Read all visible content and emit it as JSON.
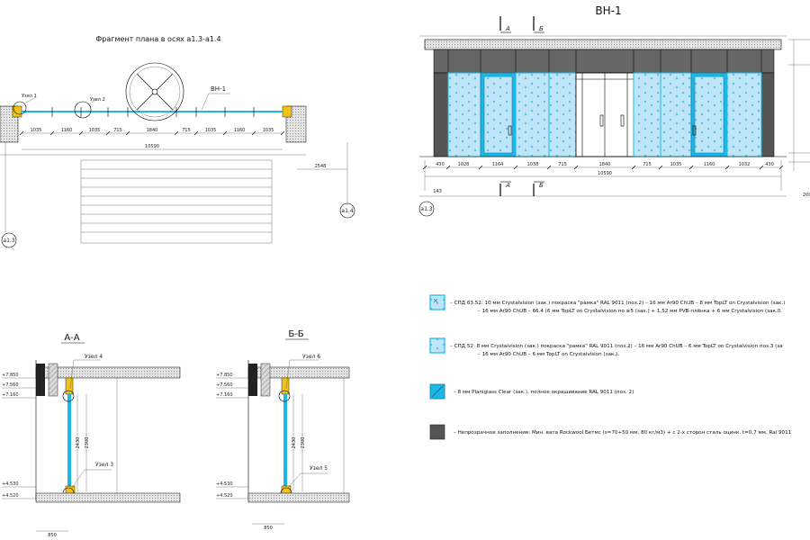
{
  "colors": {
    "glass": "#bfe6f8",
    "glass_frame": "#1db7e5",
    "glass_pattern": "#6fc8ee",
    "opaque": "#555555",
    "insulation": "#f2c21a",
    "hatch": "#9a9a9a"
  },
  "plan": {
    "title": "Фрагмент плана в осях а1.3-а1.4",
    "tag": "ВН-1",
    "dims": [
      "1035",
      "1160",
      "1035",
      "715",
      "1840",
      "715",
      "1035",
      "1160",
      "1035"
    ],
    "total": "10590",
    "right_dim": "2548",
    "axis_left": "а1.3",
    "axis_right": "а1.4",
    "callouts": [
      "Узел 1",
      "Узел 2"
    ]
  },
  "elevation": {
    "title": "ВН-1",
    "section_a": "А",
    "section_b": "Б",
    "dims": [
      "430",
      "1028",
      "1164",
      "1038",
      "715",
      "1840",
      "715",
      "1035",
      "1160",
      "1032",
      "430"
    ],
    "total": "10590",
    "left_small_dim": "143",
    "right_small_dim": "200",
    "axis": "а1.3"
  },
  "section_aa": {
    "title": "А-А",
    "levels": [
      "+7.850",
      "+7.560",
      "+7.160",
      "+4.530",
      "+4.520"
    ],
    "node_top": "Узел 4",
    "node_bottom": "Узел 3",
    "dim_vertical": [
      "2430",
      "2300"
    ],
    "dim_bottom": "850"
  },
  "section_bb": {
    "title": "Б-Б",
    "levels": [
      "+7.850",
      "+7.560",
      "+7.160",
      "+4.530",
      "+4.520"
    ],
    "node_top": "Узел 6",
    "node_bottom": "Узел 5",
    "dim_vertical": [
      "2430",
      "2300"
    ],
    "dim_bottom": "850"
  },
  "legend": [
    {
      "swatch": "glass-spd-6352",
      "lines": [
        "– СПД 63.52: 10 мм Crystalvision (зак.) покраска \"рамка\" RAL 9011 (поз.2) – 16 мм Ar90 ChUB – 8 мм TopLT on Crystalvision (зак.)",
        "– 16 мм Ar90 ChUB – 66.4 (6 мм TopLT on Crystalvision по ≥5 (зак.) + 1,52 мм PVB-плёнка + 6 мм Crystalvision (зак.0."
      ]
    },
    {
      "swatch": "glass-spd-52",
      "lines": [
        "– СПД 52: 8 мм Crystalvision (зак.) покраска \"рамка\" RAL 9011 (поз.2) – 16 мм Ar90 ChUB – 6 мм TopLT on Crystalvision поз.3 (за",
        "– 16 мм Ar90 ChUB – 6 мм TopLT on Crystalvision (зак.)."
      ]
    },
    {
      "swatch": "glass-planiglass",
      "lines": [
        "– 8 мм Planiglass Clear (зак.), полное окрашивание RAL 9011 (поз. 2)"
      ]
    },
    {
      "swatch": "opaque-fill",
      "lines": [
        "– Непрозрачное заполнение: Мин. вата Rockwool Бетмс (s=70+50 мм, 80 кг/м3) + с 2-х сторон сталь оцинк. t=0,7 мм, Ral 9011"
      ]
    }
  ]
}
